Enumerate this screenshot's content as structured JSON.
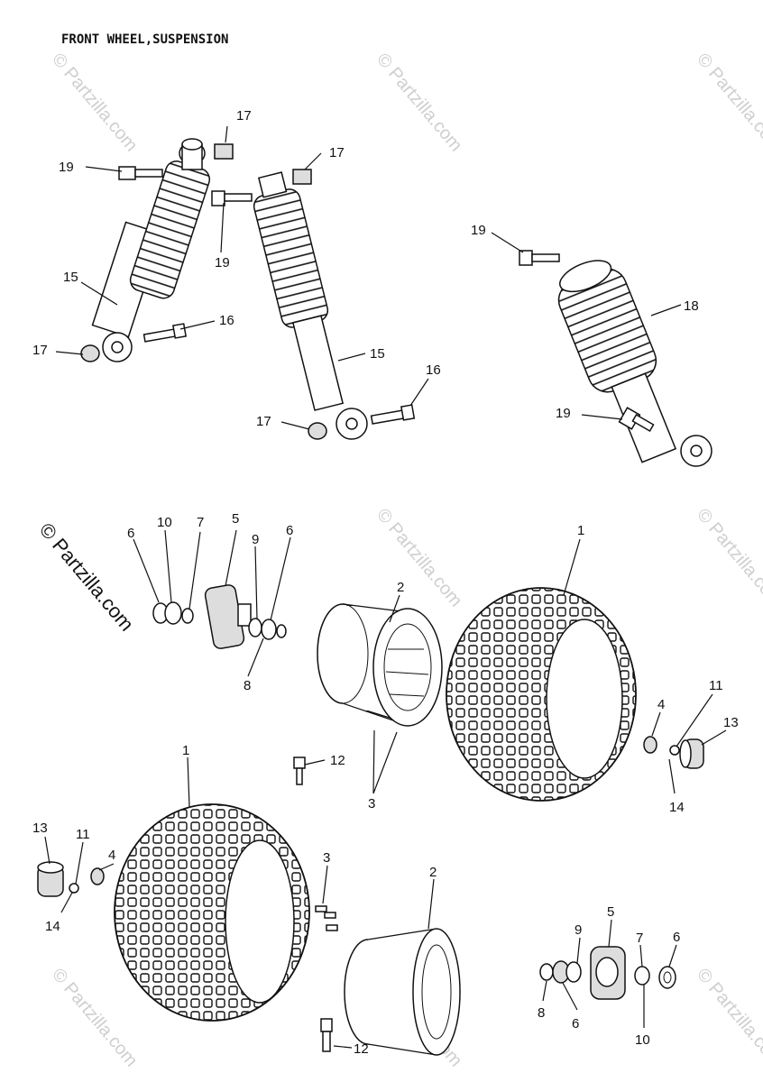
{
  "title": "FRONT WHEEL,SUSPENSION",
  "watermark": "© Partzilla.com",
  "callouts": {
    "c17a": "17",
    "c19a": "19",
    "c17b": "17",
    "c19b": "19",
    "c15a": "15",
    "c16a": "16",
    "c17c": "17",
    "c15b": "15",
    "c16b": "16",
    "c17d": "17",
    "c19c": "19",
    "c18": "18",
    "c19d": "19",
    "c6a": "6",
    "c10a": "10",
    "c7a": "7",
    "c5a": "5",
    "c9a": "9",
    "c6b": "6",
    "c8a": "8",
    "c2a": "2",
    "c1a": "1",
    "c3a": "3",
    "c12a": "12",
    "c4a": "4",
    "c11a": "11",
    "c13a": "13",
    "c14a": "14",
    "c1b": "1",
    "c13b": "13",
    "c11b": "11",
    "c4b": "4",
    "c14b": "14",
    "c3b": "3",
    "c2b": "2",
    "c12b": "12",
    "c9b": "9",
    "c5b": "5",
    "c7b": "7",
    "c6c": "6",
    "c8b": "8",
    "c6d": "6",
    "c10b": "10"
  }
}
